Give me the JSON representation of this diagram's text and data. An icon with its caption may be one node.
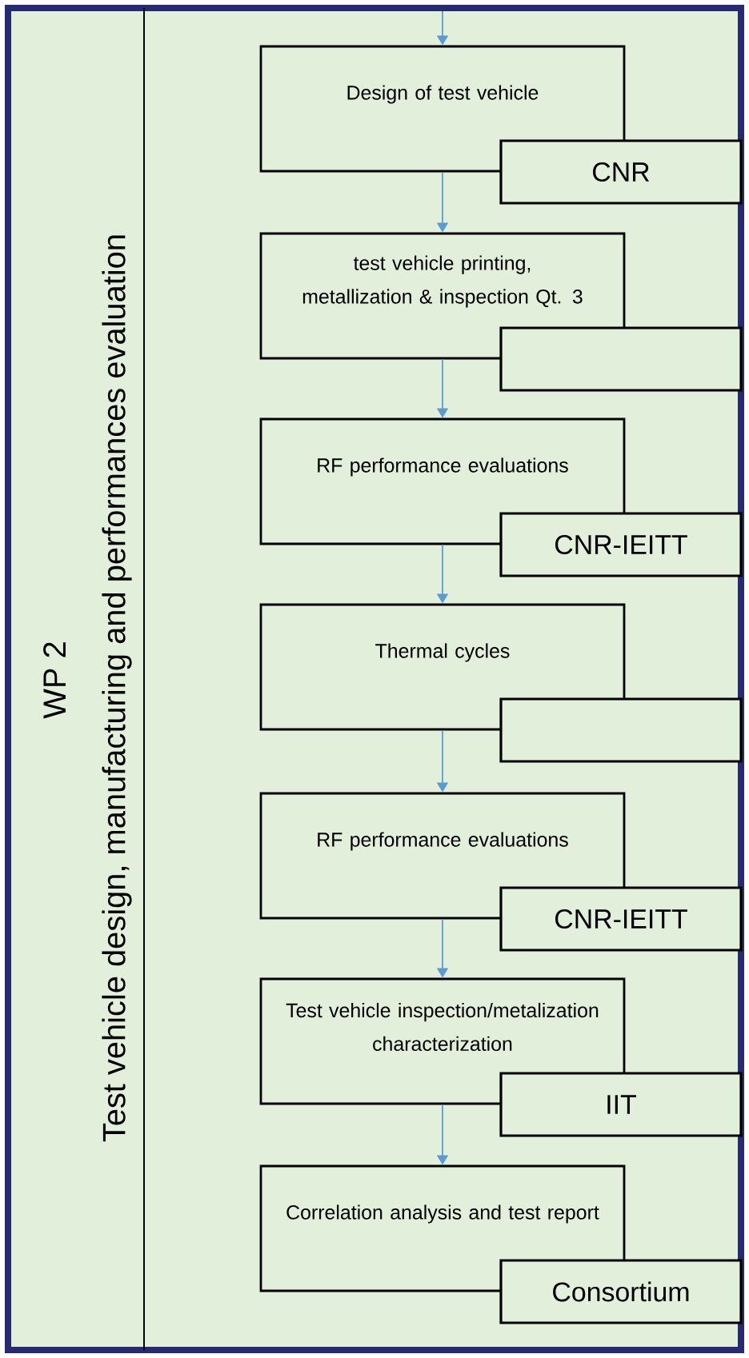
{
  "diagram": {
    "nodes": [
      {
        "text": [
          "WP 2",
          "Test vehicle design, manufacturing and performances evaluation"
        ]
      },
      {
        "text": [
          "Design of test vehicle"
        ]
      },
      {
        "text": [
          "CNR"
        ]
      },
      {
        "text": [
          "test vehicle printing, metallization & inspection Qt. 3"
        ]
      },
      {
        "text": [],
        "shape": "box"
      },
      {
        "text": [
          "RF performance evaluations"
        ]
      },
      {
        "text": [
          "CNR-IEITT"
        ]
      },
      {
        "text": [
          "Thermal cycles"
        ]
      },
      {
        "text": [],
        "shape": "box"
      },
      {
        "text": [
          "RF performance evaluations"
        ]
      },
      {
        "text": [
          "CNR-IEITT"
        ]
      },
      {
        "text": [
          "Test vehicle inspection/metalization characterization"
        ]
      },
      {
        "text": [
          "IIT"
        ]
      },
      {
        "text": [
          "Correlation analysis and test report"
        ]
      },
      {
        "text": [
          "Consortium"
        ]
      }
    ],
    "edges": [
      {
        "from": null,
        "to": 1,
        "arrow": "to"
      },
      {
        "from": 1,
        "to": 3,
        "arrow": "to"
      },
      {
        "from": 3,
        "to": 5,
        "arrow": "to"
      },
      {
        "from": 5,
        "to": 7,
        "arrow": "to"
      },
      {
        "from": 7,
        "to": 9,
        "arrow": "to"
      },
      {
        "from": 9,
        "to": 11,
        "arrow": "to"
      },
      {
        "from": 11,
        "to": 13,
        "arrow": "to"
      }
    ]
  }
}
